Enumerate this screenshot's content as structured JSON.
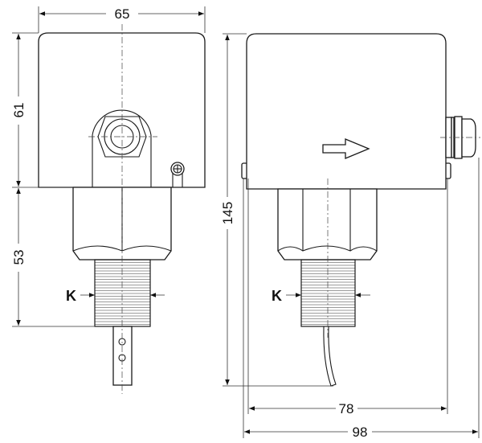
{
  "drawing": {
    "dimensions": {
      "width_front": "65",
      "height_housing": "61",
      "height_lower": "53",
      "height_total": "145",
      "width_housing_side": "78",
      "width_total_side": "98"
    },
    "thread_label_front": "K",
    "thread_label_side": "K",
    "flow_direction_icon": "arrow-right-icon"
  }
}
